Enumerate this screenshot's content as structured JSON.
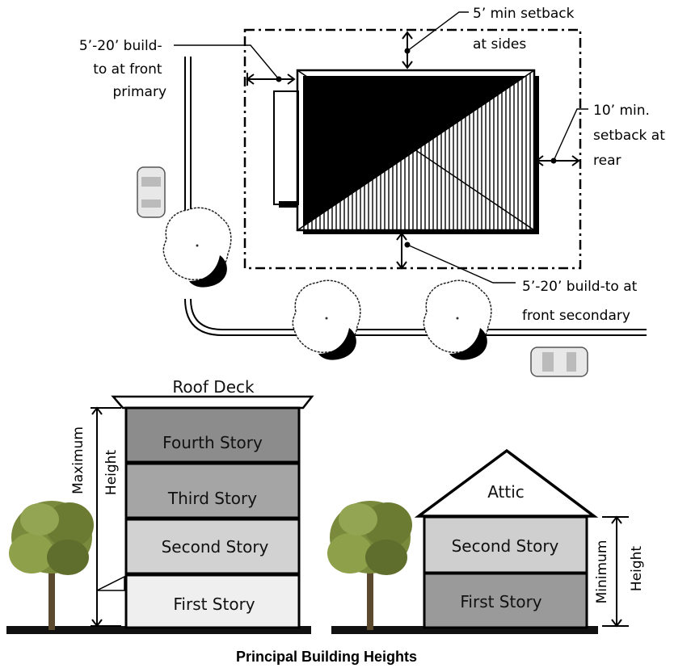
{
  "site_plan": {
    "labels": {
      "front_primary": [
        "5’-20’ build-",
        "to at front",
        "primary"
      ],
      "sides": [
        "5’ min setback",
        "at sides"
      ],
      "rear": [
        "10’ min.",
        "setback at",
        "rear"
      ],
      "front_secondary": [
        "5’-20’ build-to at",
        "front secondary"
      ]
    }
  },
  "elevation": {
    "tall": {
      "roof_label": "Roof Deck",
      "stories": [
        "Fourth Story",
        "Third Story",
        "Second Story",
        "First Story"
      ],
      "max_height_labels": [
        "Maximum",
        "Height"
      ]
    },
    "small": {
      "attic_label": "Attic",
      "stories": [
        "Second  Story",
        "First Story"
      ],
      "min_height_labels": [
        "Minimum",
        "Height"
      ]
    },
    "caption": "Principal Building Heights"
  },
  "colors": {
    "fourth_story": "#8c8c8c",
    "third_story": "#a5a5a5",
    "second_story": "#d2d2d2",
    "first_story": "#efefef",
    "small_second": "#cfcfcf",
    "small_first": "#9a9a9a",
    "tree_foliage": "#7a8a3c",
    "ground": "#111111"
  }
}
